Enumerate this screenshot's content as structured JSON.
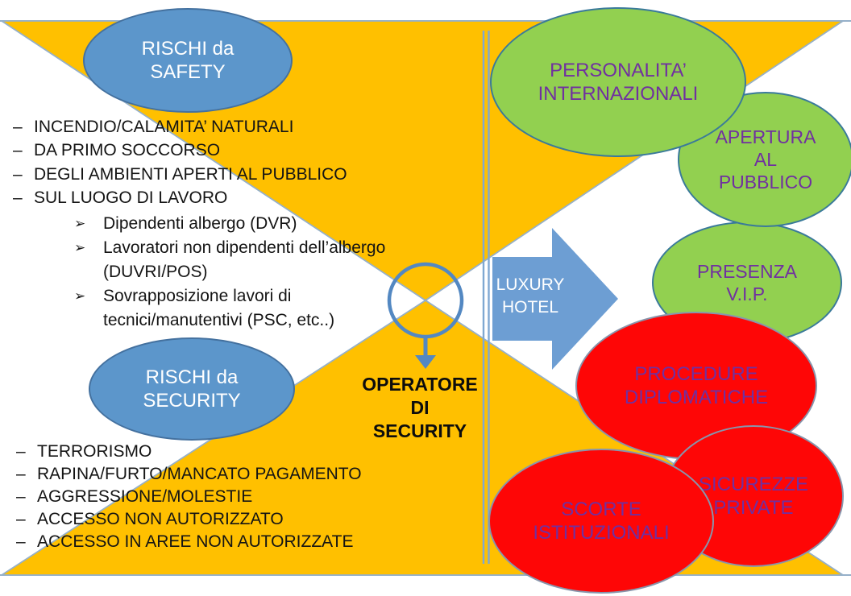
{
  "slide": {
    "left_panel": {
      "safety_bubble_label": "RISCHI da\nSAFETY",
      "security_bubble_label": "RISCHI da\nSECURITY",
      "bullet_dash": "–",
      "bullet_arrow": "➢",
      "safety_items": [
        "INCENDIO/CALAMITA’ NATURALI",
        "DA PRIMO SOCCORSO",
        "DEGLI AMBIENTI APERTI AL PUBBLICO",
        "SUL LUOGO DI LAVORO"
      ],
      "safety_subitems": [
        "Dipendenti albergo (DVR)",
        "Lavoratori non dipendenti dell’albergo",
        "(DUVRI/POS)",
        "Sovrapposizione lavori di",
        "tecnici/manutentivi (PSC, etc..)"
      ],
      "security_items": [
        "TERRORISMO",
        "RAPINA/FURTO/MANCATO PAGAMENTO",
        "AGGRESSIONE/MOLESTIE",
        "ACCESSO NON AUTORIZZATO",
        "ACCESSO IN AREE NON AUTORIZZATE"
      ]
    },
    "center": {
      "operator_label": "OPERATORE\nDI\nSECURITY",
      "hotel_arrow_label": "LUXURY\nHOTEL"
    },
    "right_panel": {
      "personalita_label": "PERSONALITA’\nINTERNAZIONALI",
      "apertura_label": "APERTURA\nAL\nPUBBLICO",
      "presenza_label": "PRESENZA\nV.I.P.",
      "procedure_label": "PROCEDURE\nDIPLOMATICHE",
      "sicurezze_label": "SICUREZZE\nPRIVATE",
      "scorte_label": "SCORTE\nISTITUZIONALI"
    },
    "colors": {
      "triangle_orange": "#FFC000",
      "shape_outline": "#95b0c9",
      "divider_blue": "#7fa8d2",
      "connector_blue": "#5388c2",
      "hotel_arrow_blue": "#6d9ed3",
      "blue_bubble_fill": "#5c96cb",
      "green_bubble_fill": "#92d050",
      "red_bubble_fill": "#fe0606",
      "purple_text": "#7030a0"
    }
  }
}
